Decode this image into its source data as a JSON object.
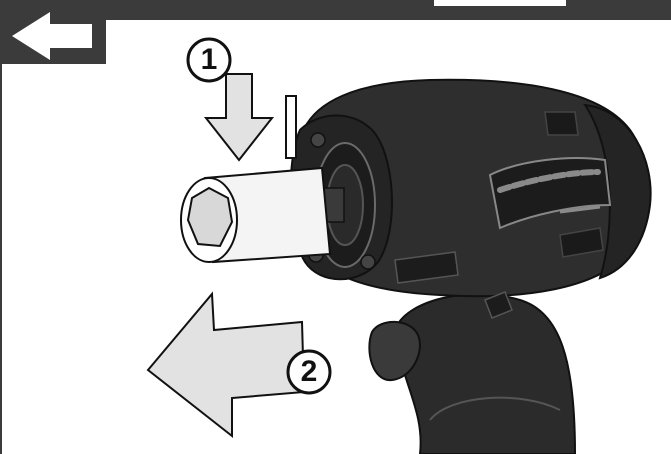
{
  "navigation": {
    "back_icon": "back-arrow-icon"
  },
  "illustration": {
    "subject": "impact-driver-icon",
    "steps": [
      {
        "number": "1",
        "direction": "down"
      },
      {
        "number": "2",
        "direction": "left"
      }
    ]
  },
  "colors": {
    "frame": "#3b3b3b",
    "arrow_fill": "#e2e2e2",
    "tool_body": "#2e2e2e",
    "tool_dark": "#161616",
    "socket": "#f4f4f4"
  }
}
